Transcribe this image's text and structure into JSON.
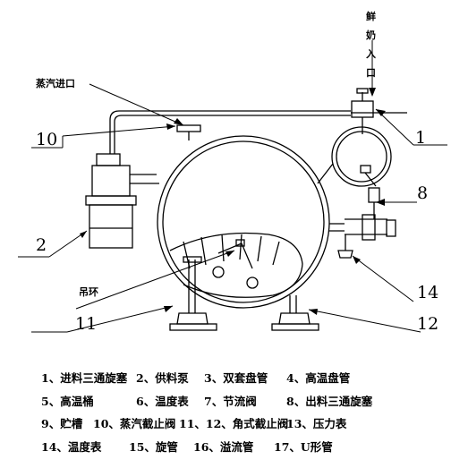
{
  "labels": {
    "steam_inlet": "蒸汽进口",
    "milk_inlet_chars": [
      "鲜",
      "奶",
      "入",
      "口"
    ],
    "hanging_ring": "吊环"
  },
  "callouts": {
    "c1": "1",
    "c2": "2",
    "c8": "8",
    "c10": "10",
    "c11": "11",
    "c12": "12",
    "c14": "14"
  },
  "legend": {
    "row1": [
      "1、进料三通旋塞",
      "2、供料泵",
      "3、双套盘管",
      "4、高温盘管"
    ],
    "row2": [
      "5、高温桶",
      "6、温度表",
      "7、节流阀",
      "8、出料三通旋塞"
    ],
    "row3": [
      "9、贮槽",
      "10、蒸汽截止阀",
      "11、12、角式截止阀",
      "13、压力表"
    ],
    "row4": [
      "14、温度表",
      "15、旋管",
      "16、溢流管",
      "17、U形管"
    ]
  }
}
